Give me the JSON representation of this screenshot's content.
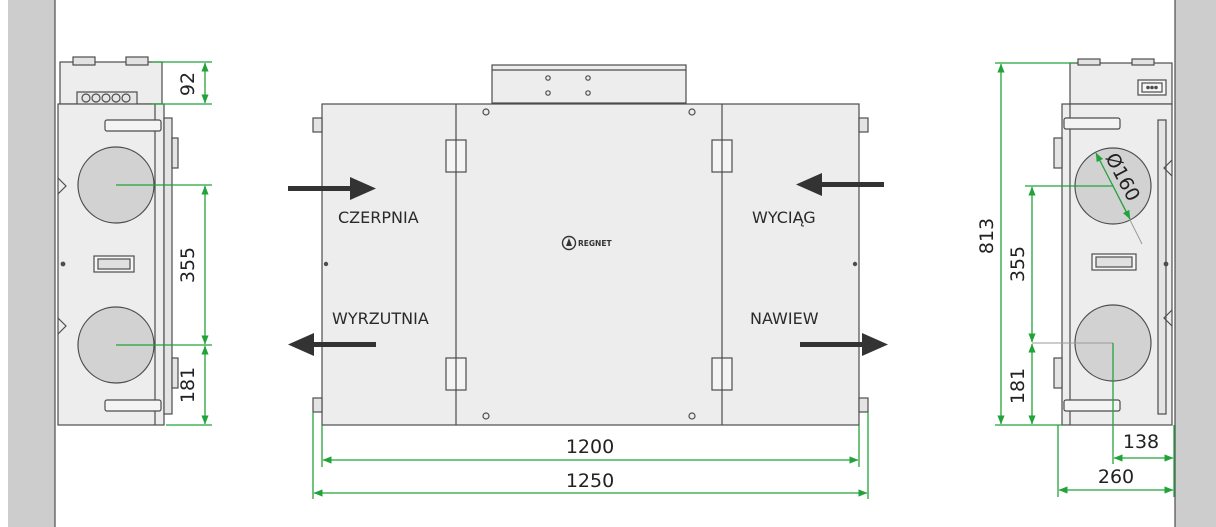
{
  "colors": {
    "wall": "#cdcdcd",
    "panel": "#ededed",
    "outline": "#4d4d4d",
    "duct": "#d2d2d2",
    "arrow": "#333333",
    "dimension": "#22a33a",
    "text": "#222222"
  },
  "left_view": {
    "dim_top": "92",
    "dim_middle": "355",
    "dim_bottom": "181"
  },
  "front_view": {
    "brand": "REGNET",
    "label_top_left": "CZERPNIA",
    "label_bottom_left": "WYRZUTNIA",
    "label_top_right": "WYCIĄG",
    "label_bottom_right": "NAWIEW",
    "dim_inner_width": "1200",
    "dim_outer_width": "1250"
  },
  "right_view": {
    "dim_total_height": "813",
    "dim_middle": "355",
    "dim_bottom": "181",
    "dim_diameter": "Ø160",
    "dim_offset": "138",
    "dim_depth": "260",
    "connector_icon": "power-socket-icon"
  }
}
